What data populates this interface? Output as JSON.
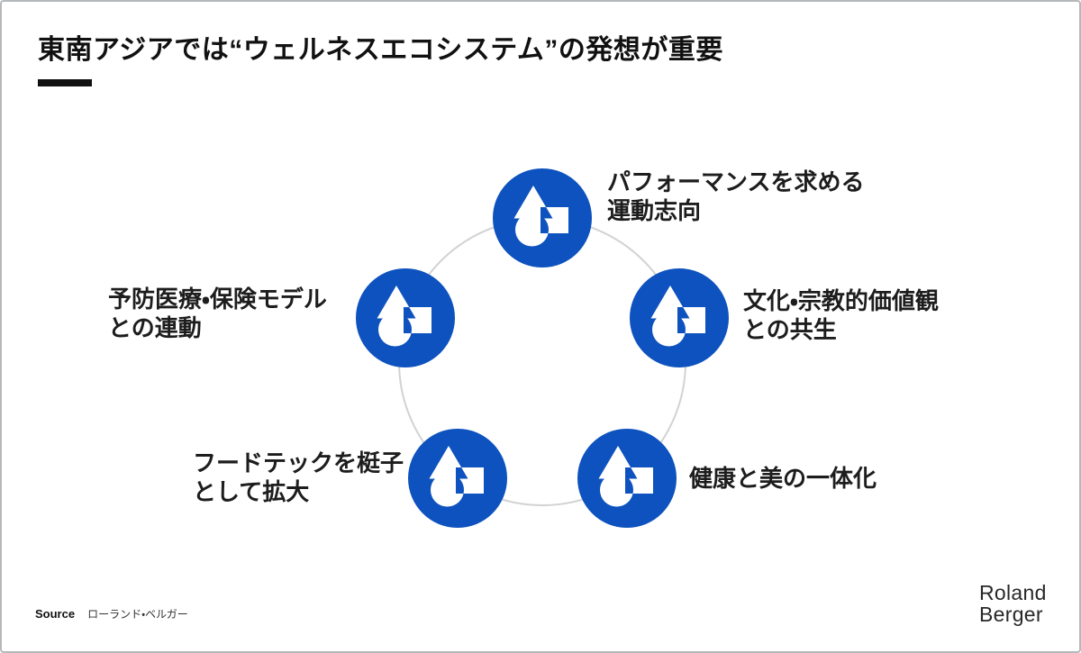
{
  "slide": {
    "title": "東南アジアでは“ウェルネスエコシステム”の発想が重要",
    "source_label": "Source",
    "source_text": "ローランド・ベルガー",
    "logo": {
      "line1": "Roland",
      "line2": "Berger"
    }
  },
  "colors": {
    "node_blue": "#0d52be",
    "ring_gray": "#d2d2d2",
    "title_black": "#111111",
    "label_dark": "#1d1d1d",
    "slide_border": "#b6b9bb"
  },
  "diagram": {
    "shape": "pentagon-cycle",
    "nodes": [
      {
        "id": "performance",
        "position": "top",
        "label_line1": "パフォーマンスを求める",
        "label_line2": "運動志向"
      },
      {
        "id": "culture",
        "position": "upper-right",
        "label_line1": "文化・宗教的価値観",
        "label_line2": "との共生"
      },
      {
        "id": "health-beauty",
        "position": "lower-right",
        "label_line1": "健康と美の一体化",
        "label_line2": ""
      },
      {
        "id": "foodtech",
        "position": "lower-left",
        "label_line1": "フードテックを梃子",
        "label_line2": "として拡大"
      },
      {
        "id": "preventive",
        "position": "upper-left",
        "label_line1": "予防医療・保険モデル",
        "label_line2": "との連動"
      }
    ]
  }
}
